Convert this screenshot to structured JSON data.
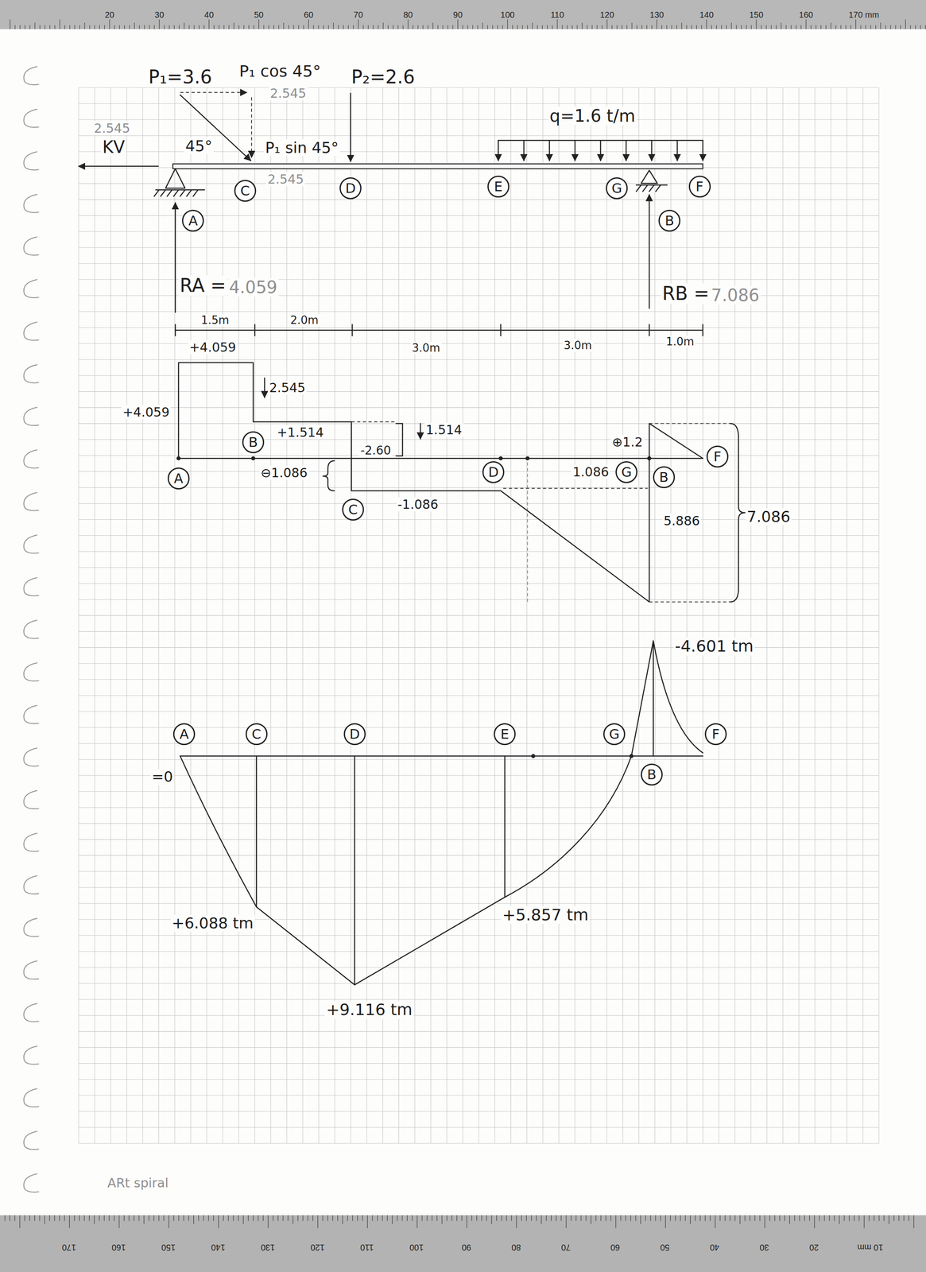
{
  "diagram": {
    "nodes": [
      {
        "text": [
          "C"
        ]
      },
      {
        "text": [
          "D"
        ]
      },
      {
        "text": [
          "E"
        ]
      },
      {
        "text": [
          "G"
        ]
      },
      {
        "text": [
          "F"
        ]
      },
      {
        "text": [
          "A"
        ]
      },
      {
        "text": [
          "B"
        ]
      },
      {
        "text": [
          "A"
        ]
      },
      {
        "text": [
          "B"
        ]
      },
      {
        "text": [
          "C"
        ]
      },
      {
        "text": [
          "D"
        ]
      },
      {
        "text": [
          "G"
        ]
      },
      {
        "text": [
          "B"
        ]
      },
      {
        "text": [
          "F"
        ]
      },
      {
        "text": [
          "A"
        ]
      },
      {
        "text": [
          "C"
        ]
      },
      {
        "text": [
          "D"
        ]
      },
      {
        "text": [
          "E"
        ]
      },
      {
        "text": [
          "G"
        ]
      },
      {
        "text": [
          "F"
        ]
      },
      {
        "text": [
          "B"
        ]
      }
    ],
    "labels": [
      "P₁=3.6",
      "P₁ cos 45°",
      "2.545",
      "P₂=2.6",
      "2.545",
      "KV",
      "45°",
      "P₁ sin 45°",
      "2.545",
      "q=1.6 t/m",
      "RA =",
      "4.059",
      "RB =",
      "7.086",
      "1.5m",
      "2.0m",
      "3.0m",
      "3.0m",
      "1.0m",
      "+4.059",
      "+4.059",
      "2.545",
      "+1.514",
      "1.514",
      "-2.60",
      "⊖1.086",
      "-1.086",
      "⊕1.2",
      "1.086",
      "5.886",
      "7.086",
      "-4.601 tm",
      "=0",
      "+6.088 tm",
      "+9.116 tm",
      "+5.857 tm",
      "ARt spiral",
      "20",
      "30",
      "40",
      "50",
      "60",
      "70",
      "80",
      "90",
      "100",
      "110",
      "120",
      "130",
      "140",
      "150",
      "160",
      "170 mm",
      "170",
      "160",
      "150",
      "140",
      "130",
      "120",
      "110",
      "100",
      "90",
      "80",
      "70",
      "60",
      "50",
      "40",
      "30",
      "20",
      "10 mm"
    ]
  }
}
